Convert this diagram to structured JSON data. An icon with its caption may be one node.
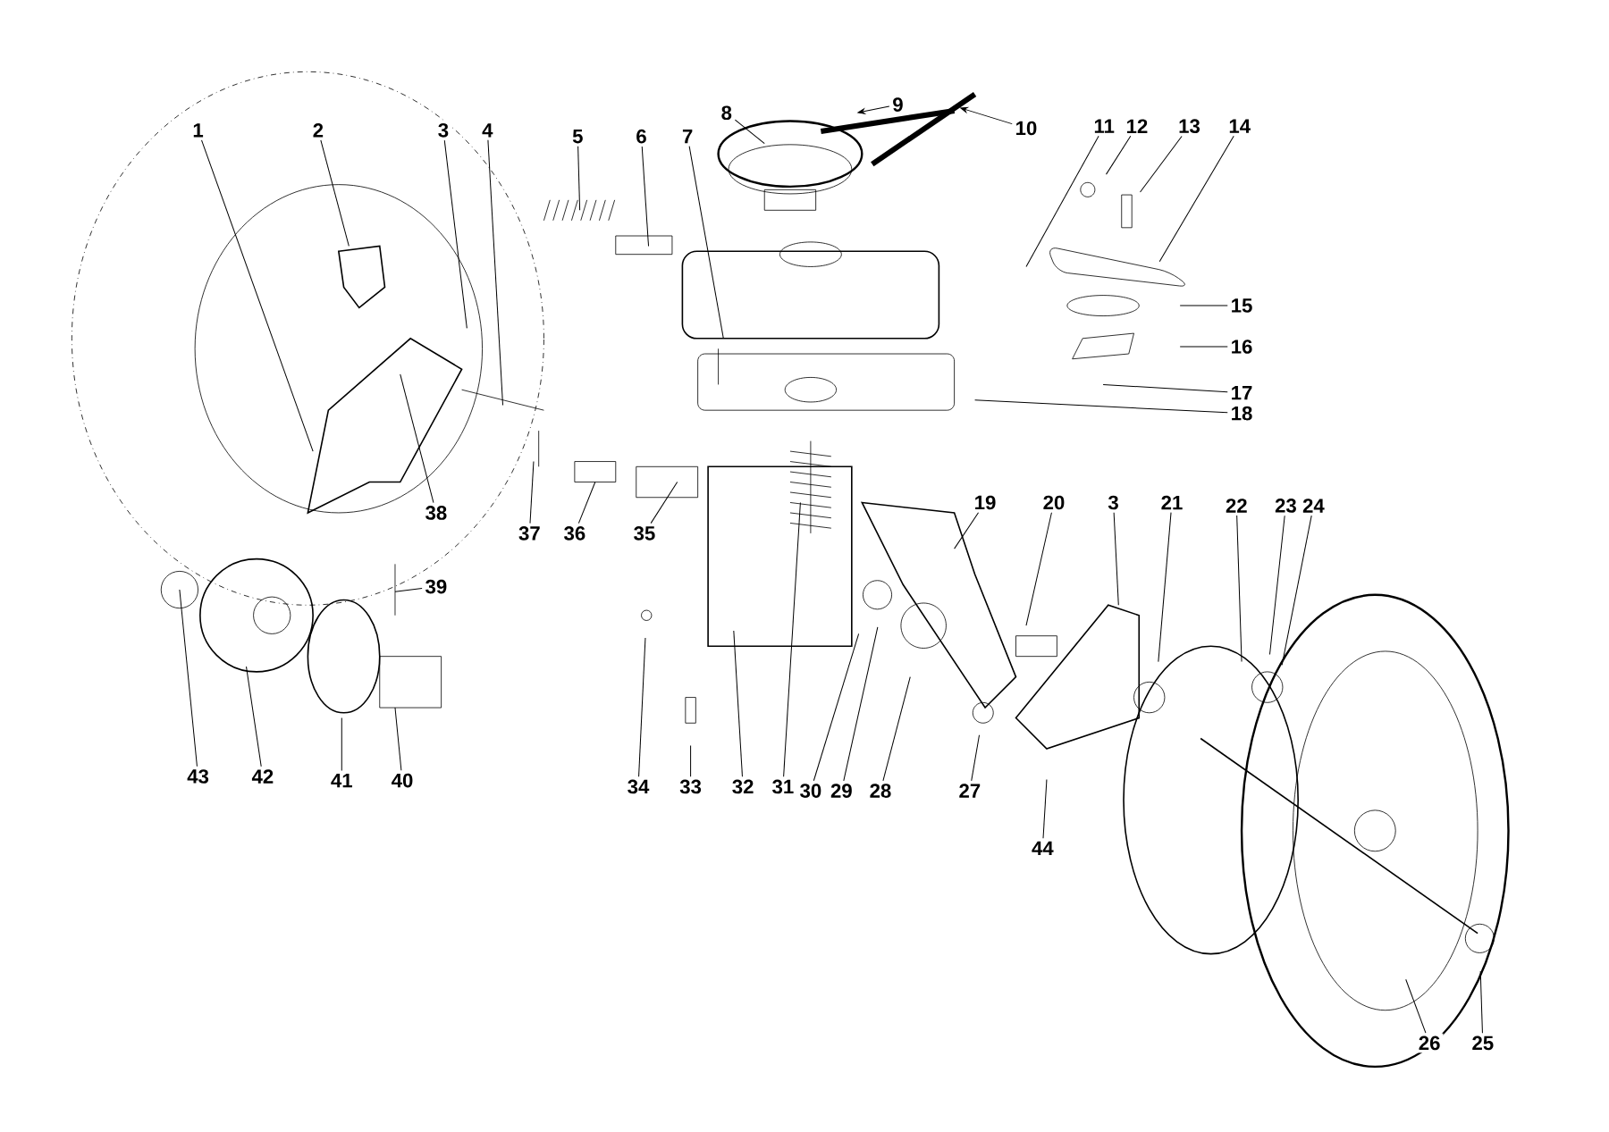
{
  "diagram": {
    "nodes": [
      {
        "text": [
          "1"
        ]
      },
      {
        "text": [
          "2"
        ]
      },
      {
        "text": [
          "3"
        ]
      },
      {
        "text": [
          "4"
        ]
      },
      {
        "text": [
          "5"
        ]
      },
      {
        "text": [
          "6"
        ]
      },
      {
        "text": [
          "7"
        ]
      },
      {
        "text": [
          "8"
        ]
      },
      {
        "text": [
          "9"
        ]
      },
      {
        "text": [
          "10"
        ]
      },
      {
        "text": [
          "11"
        ]
      },
      {
        "text": [
          "12"
        ]
      },
      {
        "text": [
          "13"
        ]
      },
      {
        "text": [
          "14"
        ]
      },
      {
        "text": [
          "15"
        ]
      },
      {
        "text": [
          "16"
        ]
      },
      {
        "text": [
          "17"
        ]
      },
      {
        "text": [
          "18"
        ]
      },
      {
        "text": [
          "19"
        ]
      },
      {
        "text": [
          "20"
        ]
      },
      {
        "text": [
          "3"
        ]
      },
      {
        "text": [
          "21"
        ]
      },
      {
        "text": [
          "22"
        ]
      },
      {
        "text": [
          "23"
        ]
      },
      {
        "text": [
          "24"
        ]
      },
      {
        "text": [
          "25"
        ]
      },
      {
        "text": [
          "26"
        ]
      },
      {
        "text": [
          "27"
        ]
      },
      {
        "text": [
          "28"
        ]
      },
      {
        "text": [
          "29"
        ]
      },
      {
        "text": [
          "30"
        ]
      },
      {
        "text": [
          "31"
        ]
      },
      {
        "text": [
          "32"
        ]
      },
      {
        "text": [
          "33"
        ]
      },
      {
        "text": [
          "34"
        ]
      },
      {
        "text": [
          "35"
        ]
      },
      {
        "text": [
          "36"
        ]
      },
      {
        "text": [
          "37"
        ]
      },
      {
        "text": [
          "38"
        ]
      },
      {
        "text": [
          "39"
        ]
      },
      {
        "text": [
          "40"
        ]
      },
      {
        "text": [
          "41"
        ]
      },
      {
        "text": [
          "42"
        ]
      },
      {
        "text": [
          "43"
        ]
      },
      {
        "text": [
          "44"
        ]
      }
    ],
    "edges": [
      {
        "from": 0,
        "to": null,
        "arrow": "none"
      },
      {
        "from": 1,
        "to": null,
        "arrow": "none"
      },
      {
        "from": 2,
        "to": null,
        "arrow": "none"
      },
      {
        "from": 3,
        "to": null,
        "arrow": "none"
      },
      {
        "from": 4,
        "to": null,
        "arrow": "none"
      },
      {
        "from": 5,
        "to": null,
        "arrow": "none"
      },
      {
        "from": 6,
        "to": null,
        "arrow": "none"
      },
      {
        "from": 7,
        "to": null,
        "arrow": "none"
      },
      {
        "from": 8,
        "to": null,
        "arrow": "to"
      },
      {
        "from": 9,
        "to": null,
        "arrow": "to"
      },
      {
        "from": 10,
        "to": null,
        "arrow": "none"
      },
      {
        "from": 11,
        "to": null,
        "arrow": "none"
      },
      {
        "from": 12,
        "to": null,
        "arrow": "none"
      },
      {
        "from": 13,
        "to": null,
        "arrow": "none"
      },
      {
        "from": 14,
        "to": null,
        "arrow": "none"
      },
      {
        "from": 15,
        "to": null,
        "arrow": "none"
      },
      {
        "from": 16,
        "to": null,
        "arrow": "none"
      },
      {
        "from": 17,
        "to": null,
        "arrow": "none"
      },
      {
        "from": 18,
        "to": null,
        "arrow": "none"
      },
      {
        "from": 19,
        "to": null,
        "arrow": "none"
      },
      {
        "from": 20,
        "to": null,
        "arrow": "none"
      },
      {
        "from": 21,
        "to": null,
        "arrow": "none"
      },
      {
        "from": 22,
        "to": null,
        "arrow": "none"
      },
      {
        "from": 23,
        "to": null,
        "arrow": "none"
      },
      {
        "from": 24,
        "to": null,
        "arrow": "none"
      },
      {
        "from": 25,
        "to": null,
        "arrow": "none"
      },
      {
        "from": 26,
        "to": null,
        "arrow": "none"
      },
      {
        "from": 27,
        "to": null,
        "arrow": "none"
      },
      {
        "from": 28,
        "to": null,
        "arrow": "none"
      },
      {
        "from": 29,
        "to": null,
        "arrow": "none"
      },
      {
        "from": 30,
        "to": null,
        "arrow": "none"
      },
      {
        "from": 31,
        "to": null,
        "arrow": "none"
      },
      {
        "from": 32,
        "to": null,
        "arrow": "none"
      },
      {
        "from": 33,
        "to": null,
        "arrow": "none"
      },
      {
        "from": 34,
        "to": null,
        "arrow": "none"
      },
      {
        "from": 35,
        "to": null,
        "arrow": "none"
      },
      {
        "from": 36,
        "to": null,
        "arrow": "none"
      },
      {
        "from": 37,
        "to": null,
        "arrow": "none"
      },
      {
        "from": 38,
        "to": null,
        "arrow": "none"
      },
      {
        "from": 39,
        "to": null,
        "arrow": "none"
      },
      {
        "from": 40,
        "to": null,
        "arrow": "none"
      },
      {
        "from": 41,
        "to": null,
        "arrow": "none"
      },
      {
        "from": 42,
        "to": null,
        "arrow": "none"
      },
      {
        "from": 43,
        "to": null,
        "arrow": "none"
      },
      {
        "from": 44,
        "to": null,
        "arrow": "none"
      }
    ]
  }
}
